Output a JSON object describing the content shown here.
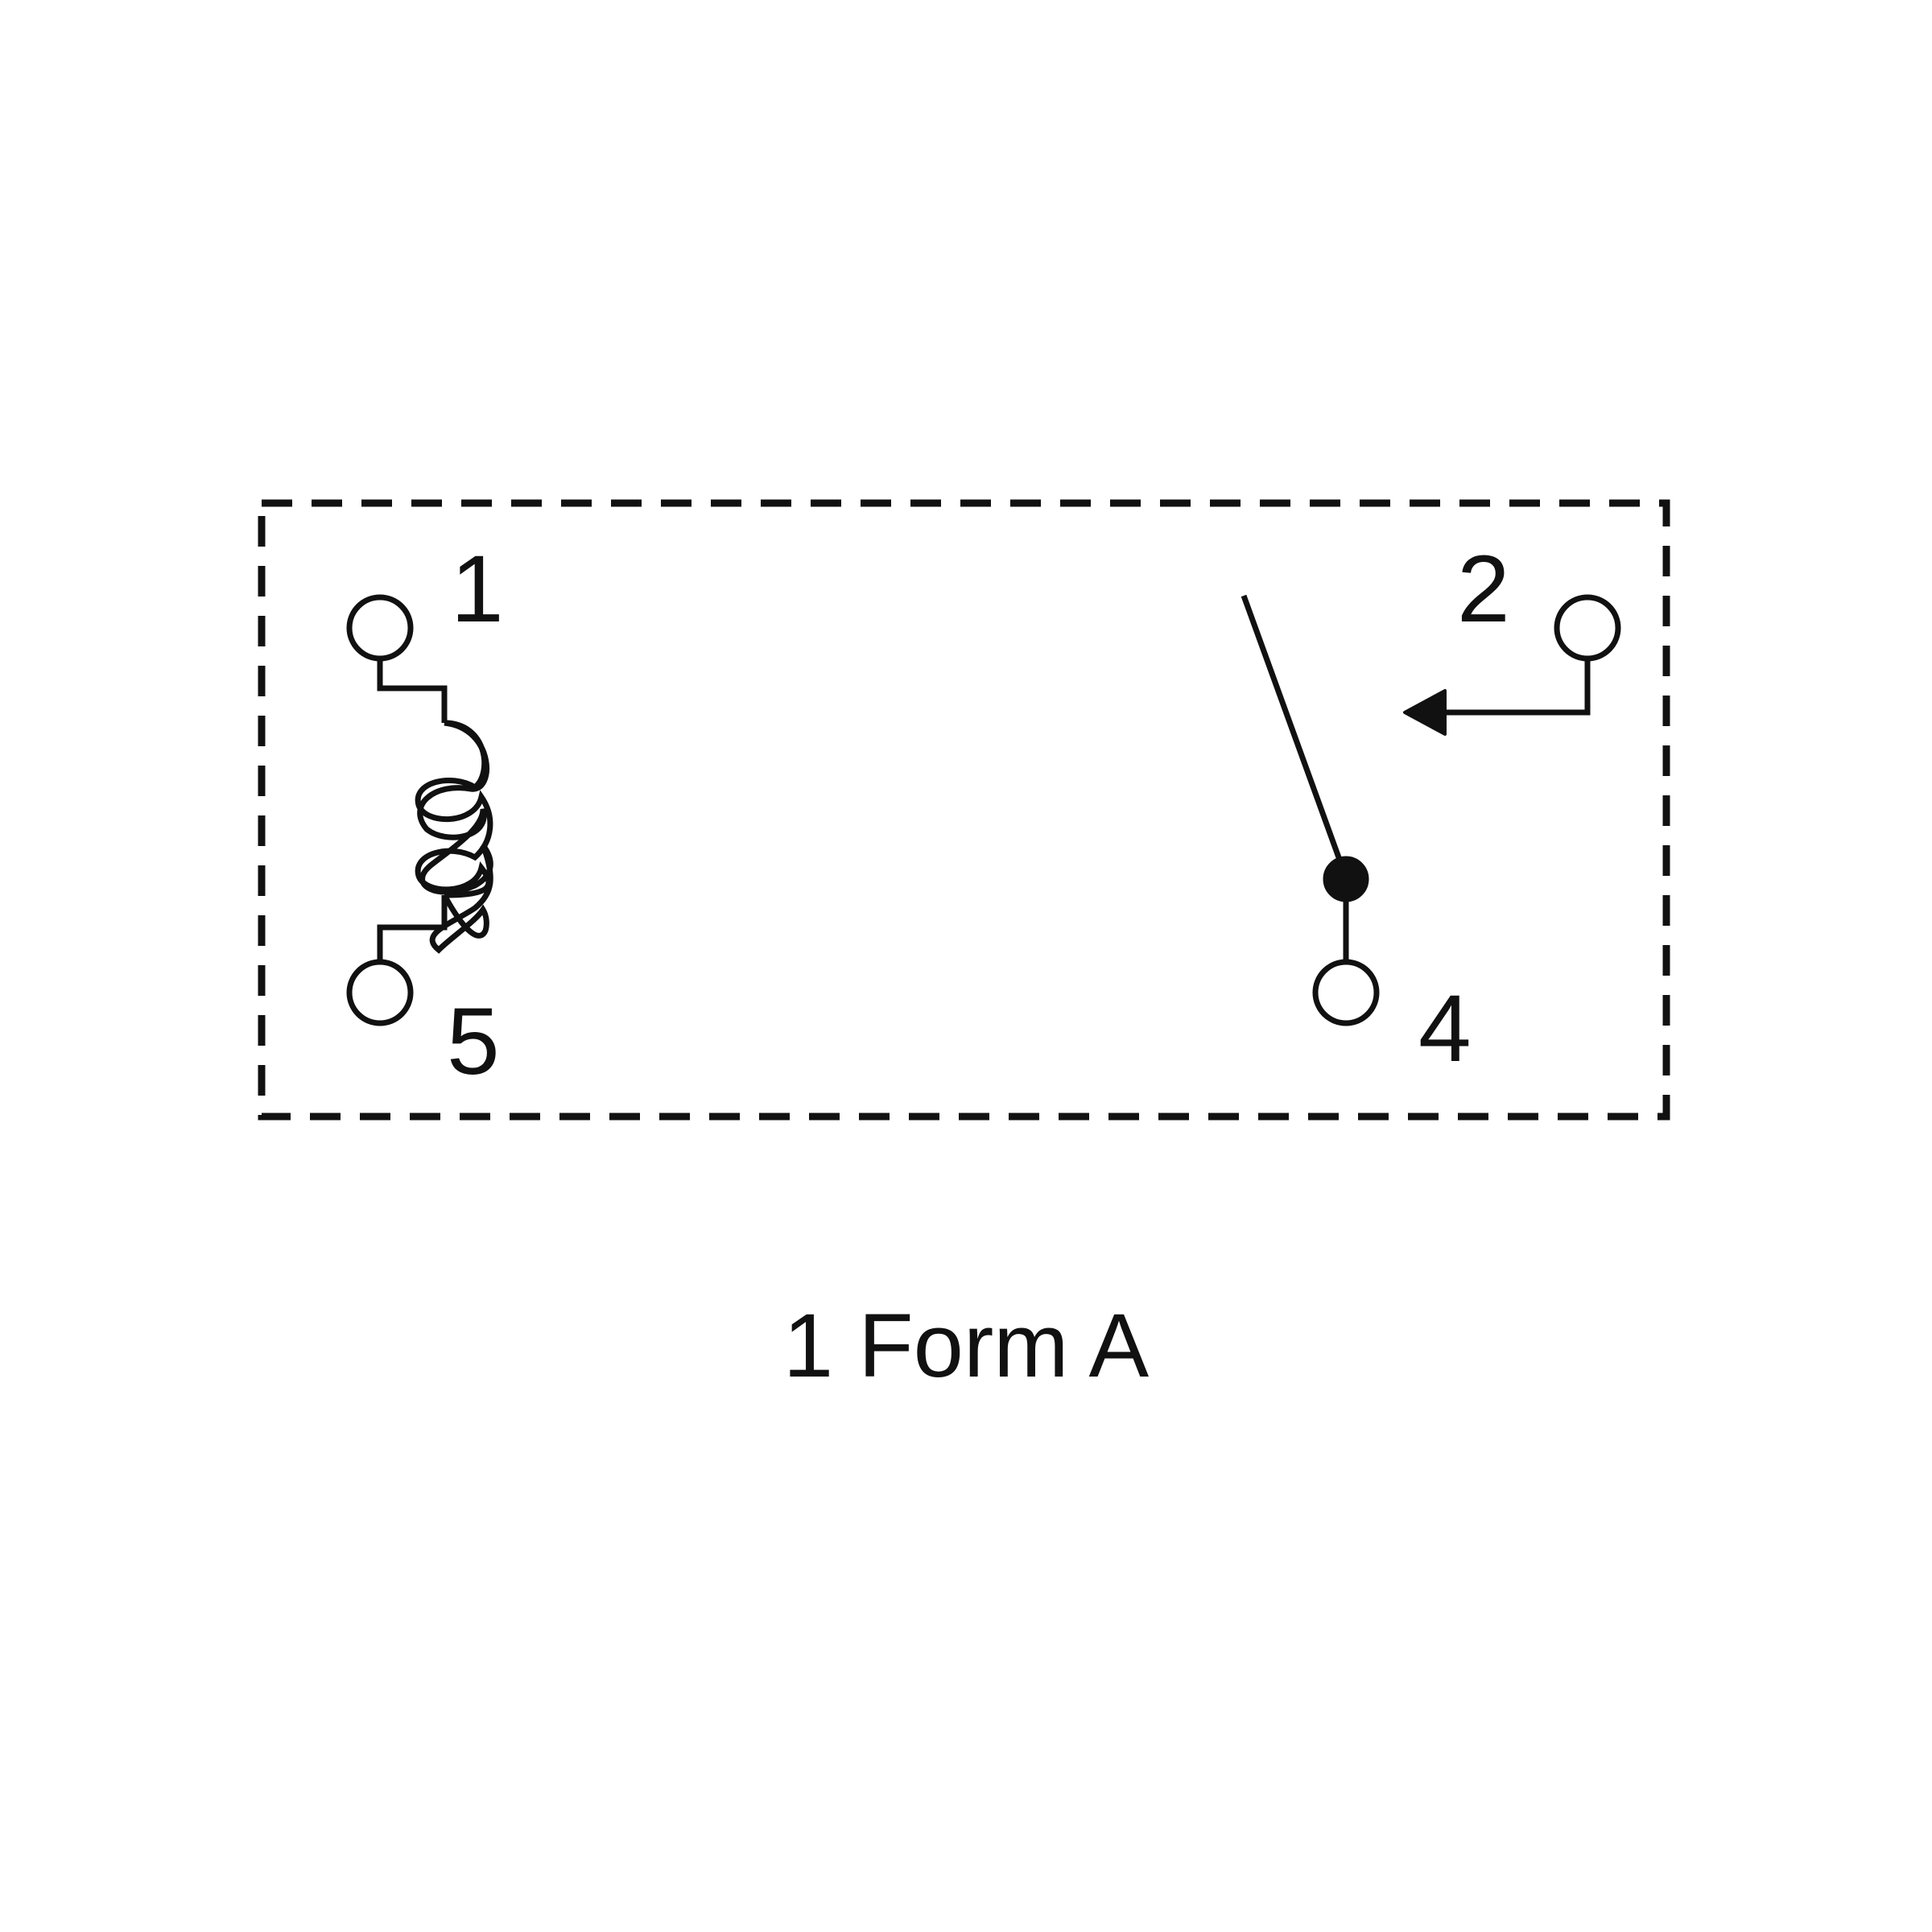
{
  "diagram": {
    "caption": "1 Form A",
    "pins": {
      "coil_top": "1",
      "coil_bottom": "5",
      "contact_fixed": "2",
      "contact_common": "4"
    },
    "colors": {
      "stroke": "#111111",
      "background": "#ffffff"
    }
  }
}
